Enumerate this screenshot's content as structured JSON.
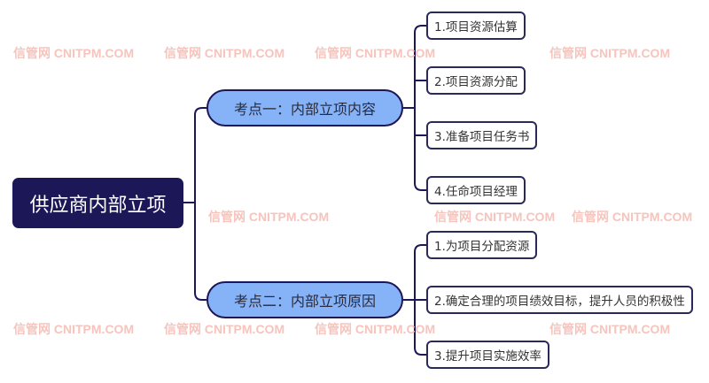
{
  "watermark": "信管网 CNITPM.COM",
  "root": {
    "label": "供应商内部立项"
  },
  "branches": [
    {
      "label": "考点一：内部立项内容",
      "leaves": [
        "1.项目资源估算",
        "2.项目资源分配",
        "3.准备项目任务书",
        "4.任命项目经理"
      ]
    },
    {
      "label": "考点二：内部立项原因",
      "leaves": [
        "1.为项目分配资源",
        "2.确定合理的项目绩效目标，提升人员的积极性",
        "3.提升项目实施效率"
      ]
    }
  ],
  "colors": {
    "root": "#1c1757",
    "branch": "#86b3f8",
    "line": "#1c1757",
    "watermark": "#f6c4bc"
  }
}
